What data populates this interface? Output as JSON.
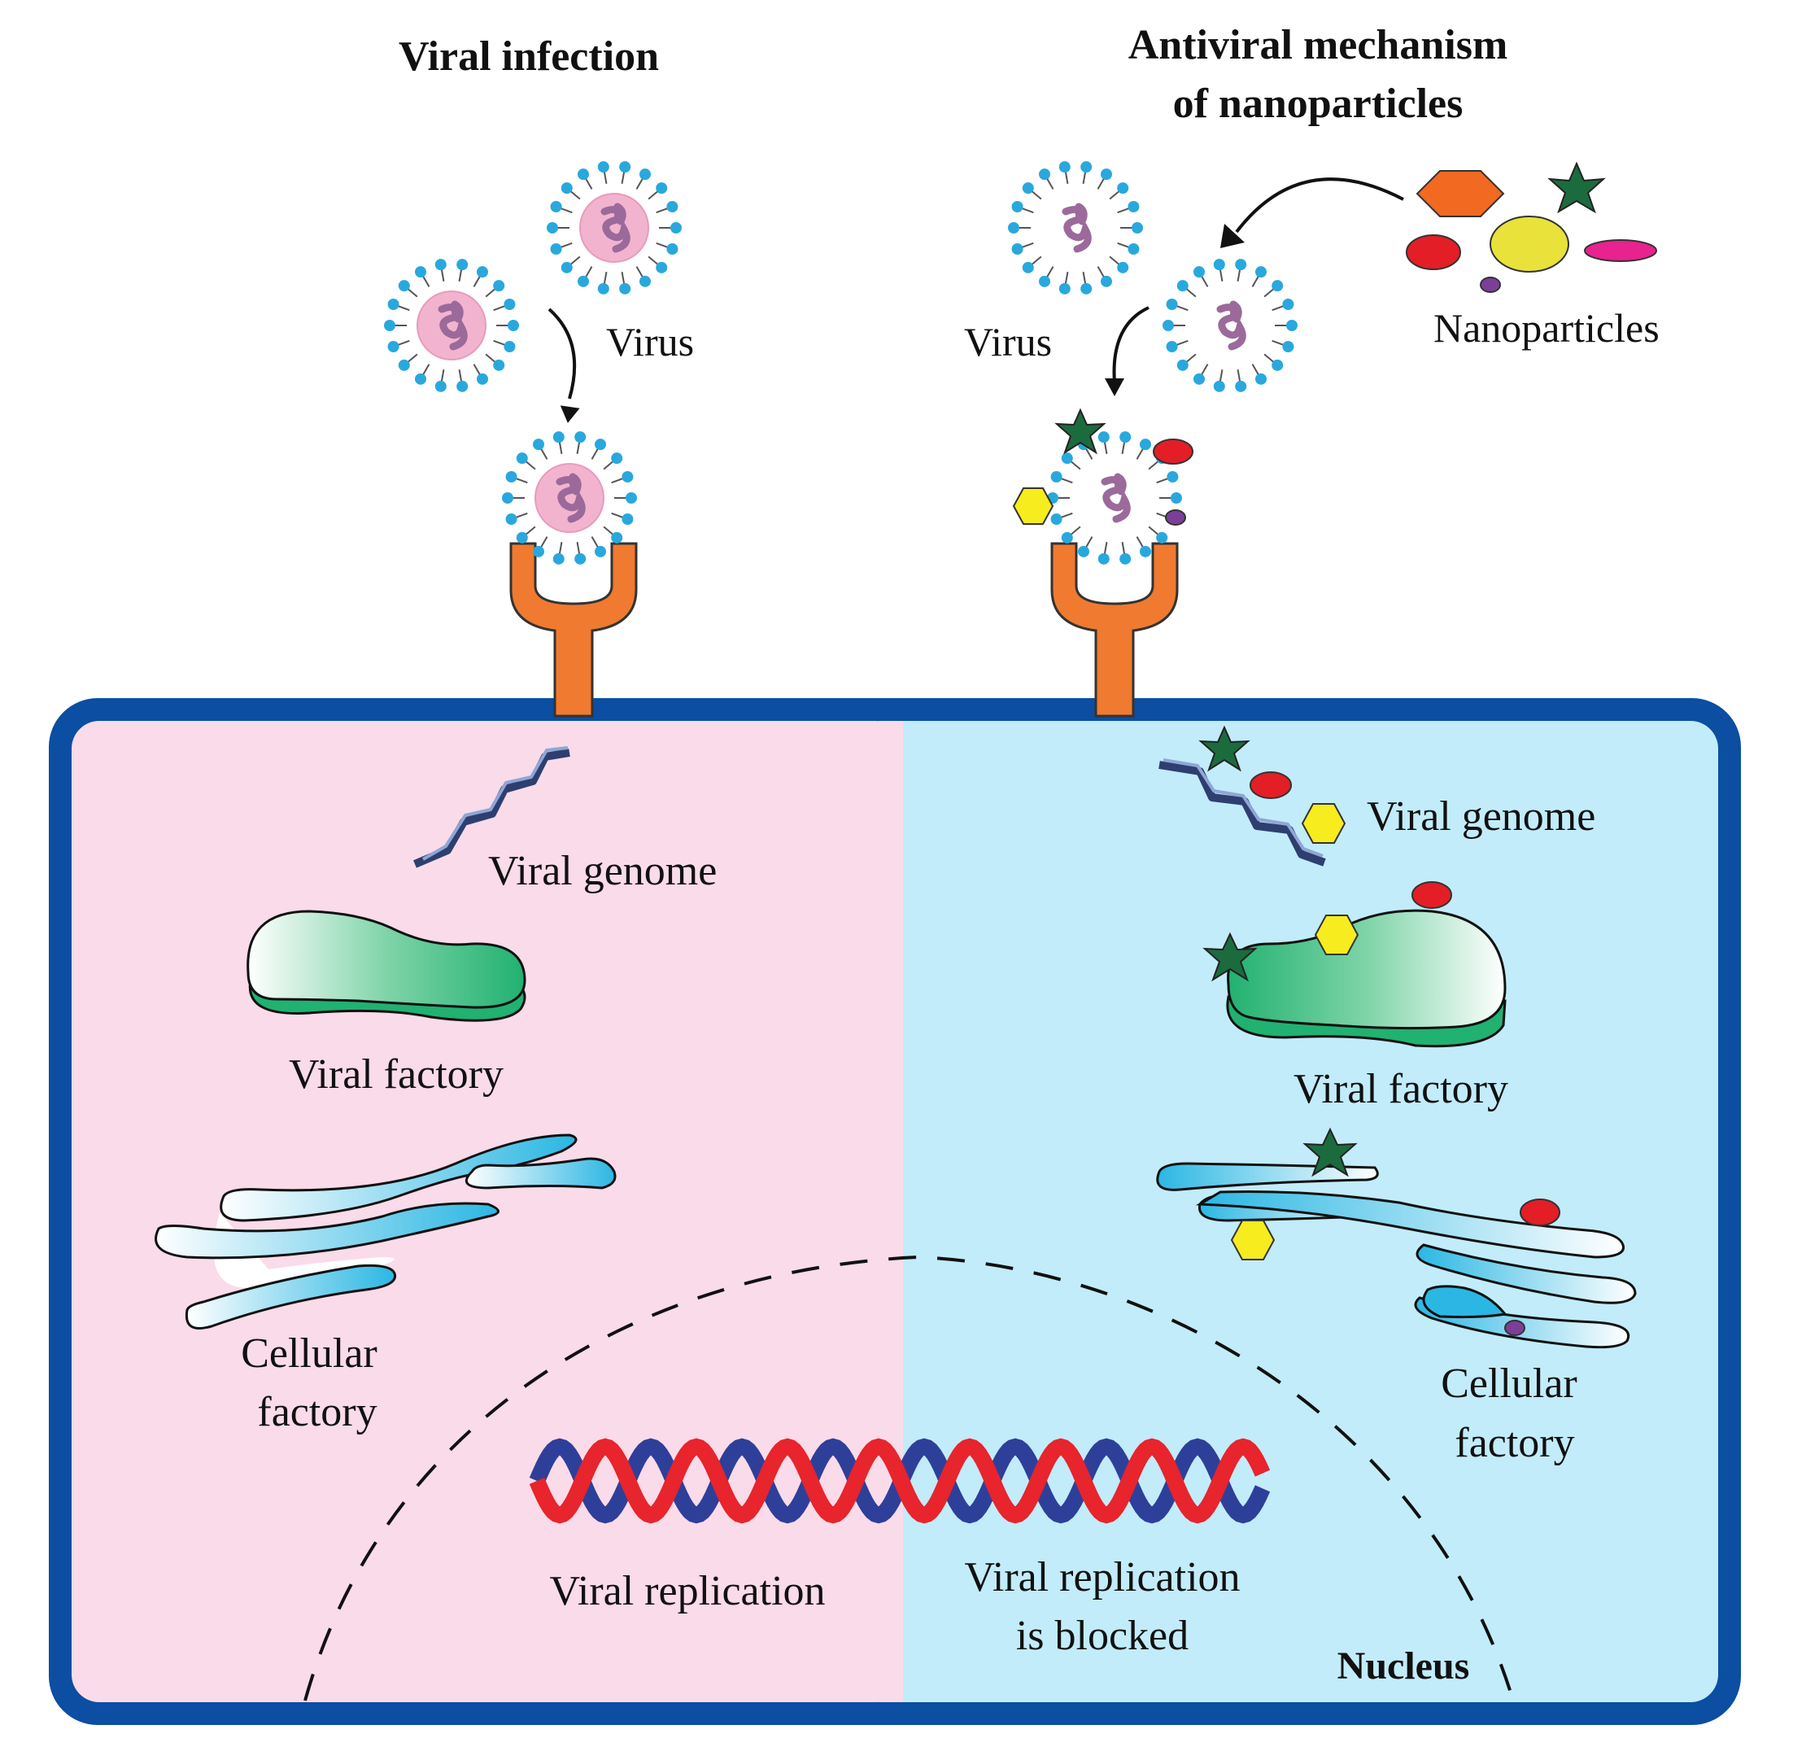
{
  "titles": {
    "left": "Viral infection",
    "right_line1": "Antiviral mechanism",
    "right_line2": "of nanoparticles"
  },
  "labels": {
    "virus_left": "Virus",
    "virus_right": "Virus",
    "nanoparticles": "Nanoparticles",
    "viral_genome_left": "Viral genome",
    "viral_genome_right": "Viral genome",
    "viral_factory_left": "Viral factory",
    "viral_factory_right": "Viral factory",
    "cellular_factory_left_1": "Cellular",
    "cellular_factory_left_2": "factory",
    "cellular_factory_right_1": "Cellular",
    "cellular_factory_right_2": "factory",
    "viral_replication": "Viral replication",
    "viral_replication_blocked_1": "Viral replication",
    "viral_replication_blocked_2": "is blocked",
    "nucleus": "Nucleus"
  },
  "colors": {
    "cell_membrane": "#0b4ea2",
    "left_cytoplasm": "#fadbe9",
    "right_cytoplasm": "#c2ecfa",
    "receptor": "#f07a2f",
    "virus_core": "#f2b3cf",
    "virus_spike": "#29a8dd",
    "viral_rna": "#9b6a9a",
    "dna_red": "#e8242c",
    "dna_blue": "#2e3f9a",
    "viral_factory": "#21b171",
    "golgi": "#2bb7e3",
    "np_hexagon_orange": "#f26a21",
    "np_star_green": "#1c6b3e",
    "np_red": "#e41e26",
    "np_yellow": "#e8e23a",
    "np_magenta": "#e8228f",
    "np_purple": "#7b3f98",
    "np_hexagon_yellow": "#f7ec1d"
  },
  "icons": [
    "virus-icon",
    "receptor-icon",
    "viral-genome-icon",
    "viral-factory-icon",
    "golgi-icon",
    "dna-helix-icon",
    "nanoparticle-icon",
    "arrow-icon"
  ]
}
